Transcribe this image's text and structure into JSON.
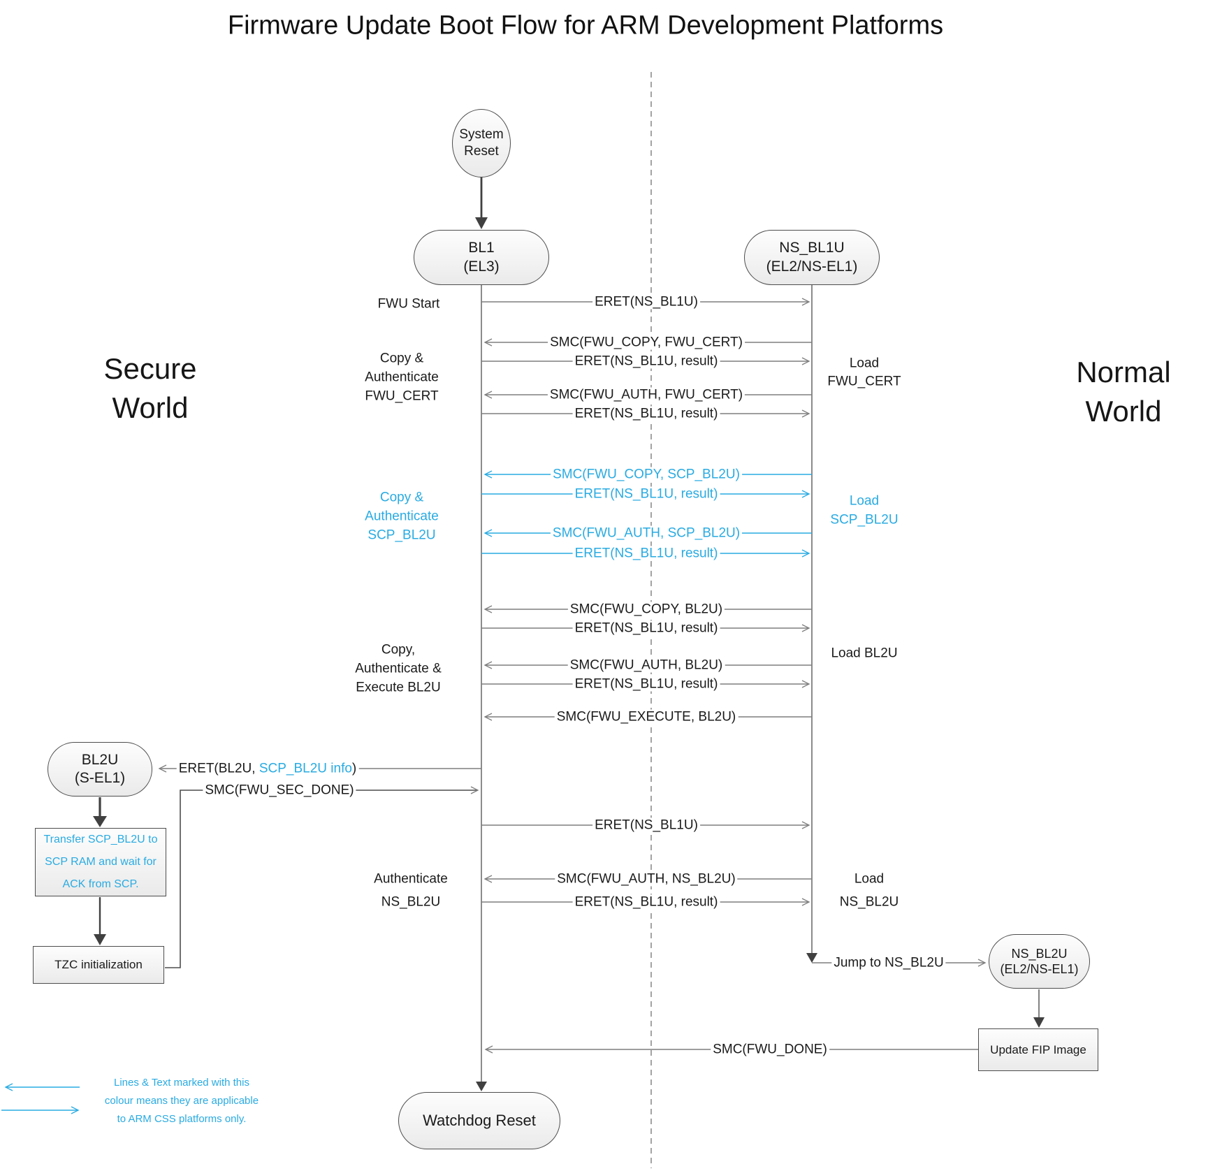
{
  "title": "Firmware Update Boot Flow for ARM Development Platforms",
  "worlds": {
    "secure_line1": "Secure",
    "secure_line2": "World",
    "normal_line1": "Normal",
    "normal_line2": "World"
  },
  "nodes": {
    "system_reset": {
      "line1": "System",
      "line2": "Reset"
    },
    "bl1": {
      "line1": "BL1",
      "line2": "(EL3)"
    },
    "ns_bl1u": {
      "line1": "NS_BL1U",
      "line2": "(EL2/NS-EL1)"
    },
    "bl2u": {
      "line1": "BL2U",
      "line2": "(S-EL1)"
    },
    "ns_bl2u": {
      "line1": "NS_BL2U",
      "line2": "(EL2/NS-EL1)"
    },
    "watchdog": {
      "label": "Watchdog Reset"
    },
    "transfer": {
      "line1": "Transfer SCP_BL2U to",
      "line2": "SCP RAM and wait for",
      "line3": "ACK from SCP."
    },
    "tzc": {
      "label": "TZC initialization"
    },
    "update_fip": {
      "label": "Update FIP Image"
    }
  },
  "messages": {
    "m1": "ERET(NS_BL1U)",
    "m2": "SMC(FWU_COPY, FWU_CERT)",
    "m3": "ERET(NS_BL1U, result)",
    "m4": "SMC(FWU_AUTH, FWU_CERT)",
    "m5": "ERET(NS_BL1U, result)",
    "m6": "SMC(FWU_COPY, SCP_BL2U)",
    "m7": "ERET(NS_BL1U, result)",
    "m8": "SMC(FWU_AUTH, SCP_BL2U)",
    "m9": "ERET(NS_BL1U, result)",
    "m10": "SMC(FWU_COPY, BL2U)",
    "m11": "ERET(NS_BL1U, result)",
    "m12": "SMC(FWU_AUTH, BL2U)",
    "m13": "ERET(NS_BL1U, result)",
    "m14": "SMC(FWU_EXECUTE, BL2U)",
    "m15_prefix": "ERET(BL2U, ",
    "m15_highlight": "SCP_BL2U info",
    "m15_suffix": ")",
    "m16": "SMC(FWU_SEC_DONE)",
    "m17": "ERET(NS_BL1U)",
    "m18": "SMC(FWU_AUTH, NS_BL2U)",
    "m19": "ERET(NS_BL1U, result)",
    "m20": "Jump to NS_BL2U",
    "m21": "SMC(FWU_DONE)"
  },
  "labels": {
    "fwu_start": "FWU Start",
    "copy_auth_fwu_1": "Copy &",
    "copy_auth_fwu_2": "Authenticate",
    "copy_auth_fwu_3": "FWU_CERT",
    "copy_auth_scp_1": "Copy &",
    "copy_auth_scp_2": "Authenticate",
    "copy_auth_scp_3": "SCP_BL2U",
    "copy_auth_exec_1": "Copy,",
    "copy_auth_exec_2": "Authenticate &",
    "copy_auth_exec_3": "Execute BL2U",
    "auth_ns_1": "Authenticate",
    "auth_ns_2": "NS_BL2U",
    "load_fwu_1": "Load",
    "load_fwu_2": "FWU_CERT",
    "load_scp_1": "Load",
    "load_scp_2": "SCP_BL2U",
    "load_bl2u": "Load BL2U",
    "load_ns_1": "Load",
    "load_ns_2": "NS_BL2U"
  },
  "legend": {
    "line1": "Lines & Text marked with this",
    "line2": "colour means they are applicable",
    "line3": "to ARM CSS platforms only."
  },
  "colors": {
    "accent_blue": "#29ABE2",
    "line_gray": "#7F7F7F",
    "dark": "#404040"
  }
}
